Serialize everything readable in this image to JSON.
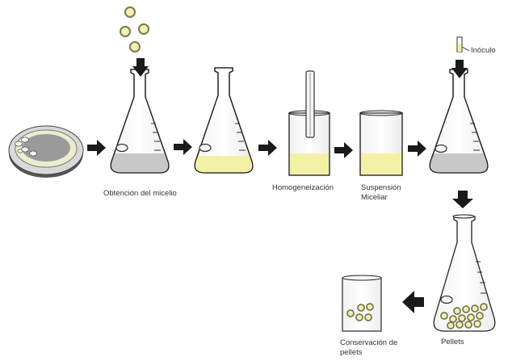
{
  "labels": {
    "obtencion": "Obtención del micelio",
    "homogeneizacion": "Homogeneización",
    "suspension_line1": "Suspensión",
    "suspension_line2": "Miceliar",
    "inoculo": "Inóculo",
    "pellets": "Pellets",
    "conservacion_line1": "Conservación de",
    "conservacion_line2": "pellets"
  },
  "colors": {
    "outline": "#222222",
    "liquid_gray": "#c8c8c8",
    "liquid_yellow": "#f3f1a6",
    "pellet_fill": "#f4f1b0",
    "pellet_stroke": "#7a7a55",
    "arrow": "#1a1a1a",
    "petri_outer": "#d9d9d9",
    "petri_rim": "#ececd0",
    "petri_inner": "#9a9a9a"
  }
}
